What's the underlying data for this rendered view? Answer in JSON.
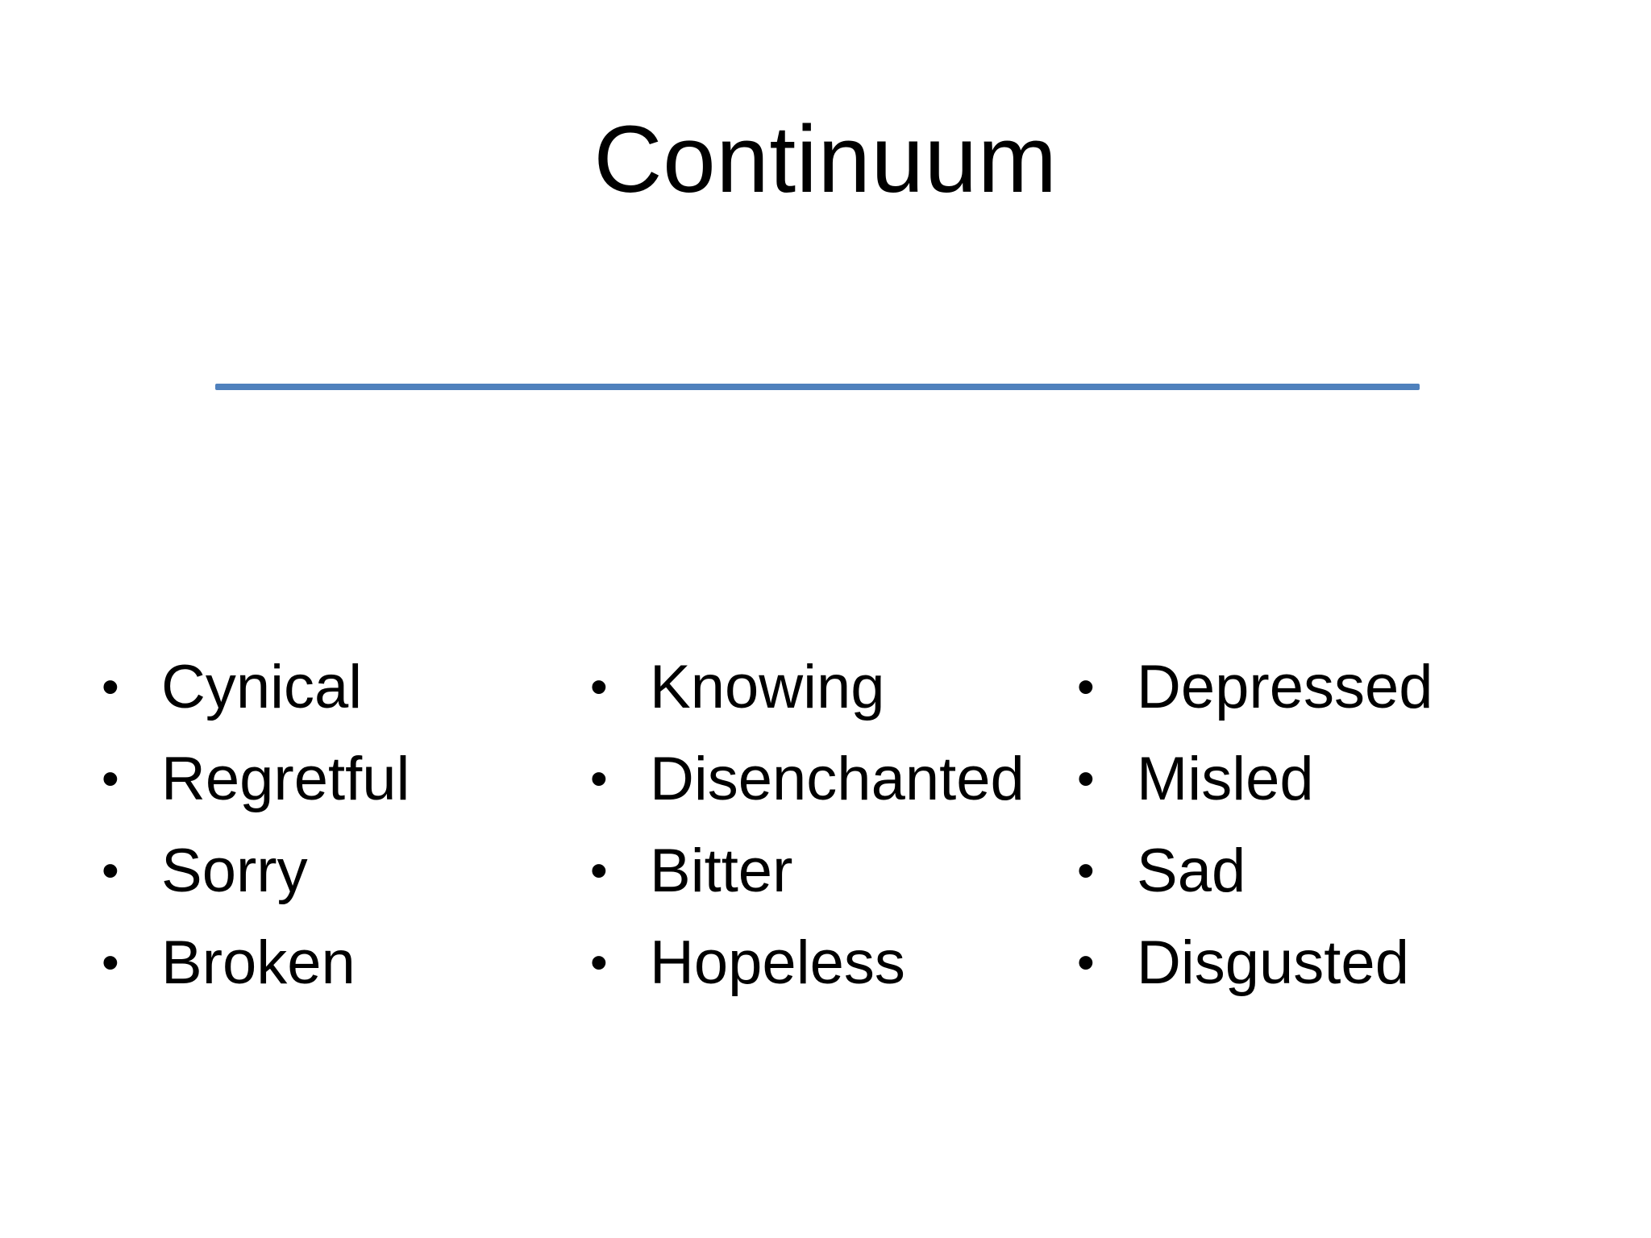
{
  "slide": {
    "title": "Continuum",
    "line_color": "#4f81bd",
    "bullet_glyph": "•",
    "columns": [
      {
        "items": [
          "Cynical",
          "Regretful",
          "Sorry",
          "Broken"
        ]
      },
      {
        "items": [
          "Knowing",
          "Disenchanted",
          "Bitter",
          "Hopeless"
        ]
      },
      {
        "items": [
          "Depressed",
          "Misled",
          "Sad",
          "Disgusted"
        ]
      }
    ]
  }
}
